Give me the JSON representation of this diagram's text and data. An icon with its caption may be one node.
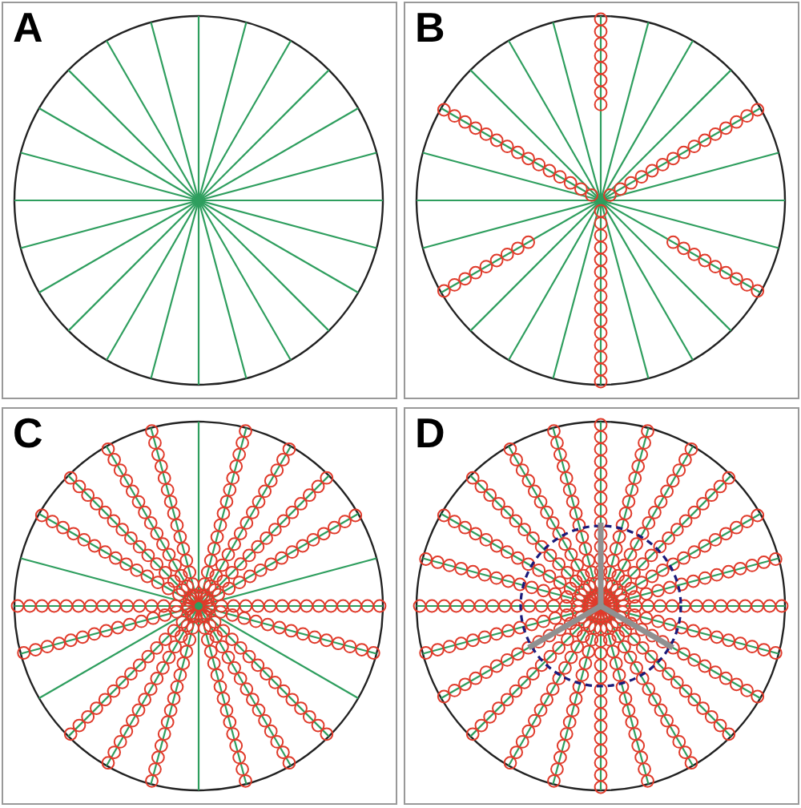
{
  "diagram": {
    "nodes": [
      {
        "text": [
          "A"
        ]
      },
      {
        "text": [
          "B"
        ]
      },
      {
        "text": [
          "C"
        ]
      },
      {
        "text": [
          "D"
        ]
      }
    ]
  }
}
